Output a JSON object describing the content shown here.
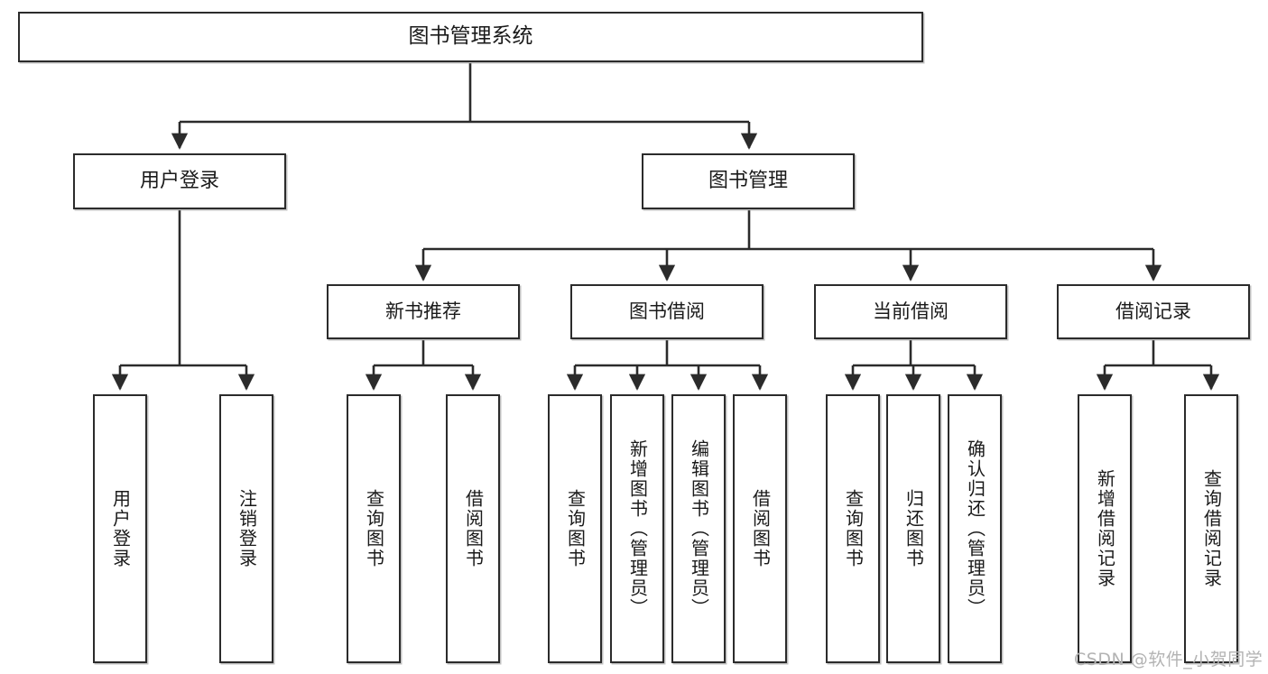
{
  "diagram": {
    "title": "图书管理系统",
    "watermark": "CSDN @软件_小贺同学",
    "colors": {
      "box_border": "#2b2b2b",
      "box_fill": "#ffffff",
      "edge": "#2b2b2b",
      "text": "#1a1a1a",
      "watermark": "#b3b3b3"
    },
    "root": {
      "label": "图书管理系统"
    },
    "level2": [
      {
        "label": "用户登录"
      },
      {
        "label": "图书管理"
      }
    ],
    "level3": [
      {
        "label": "新书推荐"
      },
      {
        "label": "图书借阅"
      },
      {
        "label": "当前借阅"
      },
      {
        "label": "借阅记录"
      }
    ],
    "leaves": {
      "user_login": [
        {
          "label": "用户登录"
        },
        {
          "label": "注销登录"
        }
      ],
      "new_book": [
        {
          "label": "查询图书"
        },
        {
          "label": "借阅图书"
        }
      ],
      "book_borrow": [
        {
          "label": "查询图书"
        },
        {
          "label": "新增图书（管理员）"
        },
        {
          "label": "编辑图书（管理员）"
        },
        {
          "label": "借阅图书"
        }
      ],
      "current_borrow": [
        {
          "label": "查询图书"
        },
        {
          "label": "归还图书"
        },
        {
          "label": "确认归还（管理员）"
        }
      ],
      "borrow_record": [
        {
          "label": "新增借阅记录"
        },
        {
          "label": "查询借阅记录"
        }
      ]
    }
  }
}
